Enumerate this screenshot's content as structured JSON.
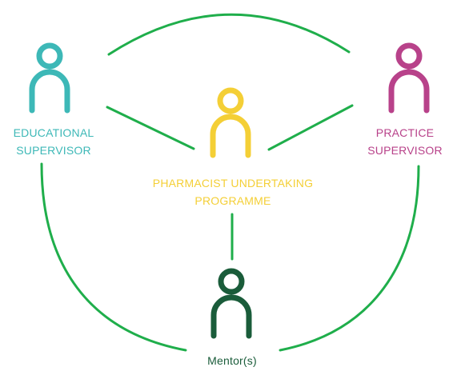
{
  "colors": {
    "connector": "#1fae4b",
    "educational": "#3db8b7",
    "practice": "#b8428a",
    "pharmacist": "#f4cf36",
    "mentor": "#1a5c3a"
  },
  "roles": {
    "educational": {
      "line1": "EDUCATIONAL",
      "line2": "SUPERVISOR",
      "icon": "person-icon"
    },
    "practice": {
      "line1": "PRACTICE",
      "line2": "SUPERVISOR",
      "icon": "person-icon"
    },
    "pharmacist": {
      "line1": "PHARMACIST UNDERTAKING",
      "line2": "PROGRAMME",
      "icon": "person-icon"
    },
    "mentor": {
      "line1": "Mentor(s)",
      "icon": "person-icon"
    }
  }
}
